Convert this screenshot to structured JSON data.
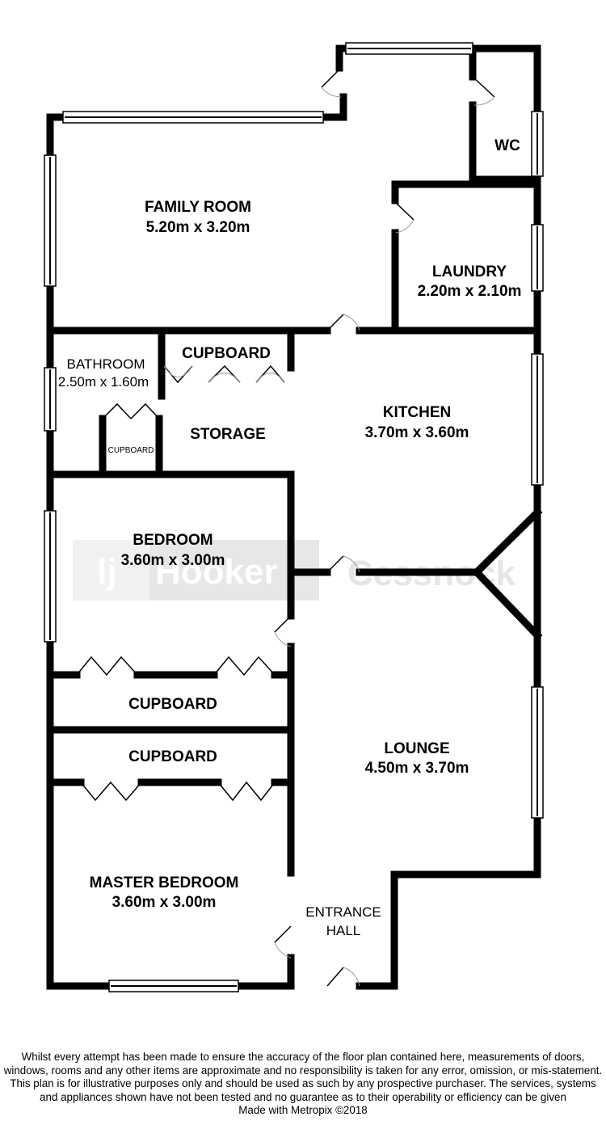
{
  "rooms": {
    "family_room": {
      "name": "FAMILY ROOM",
      "dims": "5.20m x 3.20m"
    },
    "wc": {
      "name": "WC"
    },
    "laundry": {
      "name": "LAUNDRY",
      "dims": "2.20m x 2.10m"
    },
    "bathroom": {
      "name": "BATHROOM",
      "dims": "2.50m x 1.60m"
    },
    "cupboard_top": {
      "name": "CUPBOARD"
    },
    "cupboard_small": {
      "name": "CUPBOARD"
    },
    "storage": {
      "name": "STORAGE"
    },
    "kitchen": {
      "name": "KITCHEN",
      "dims": "3.70m x 3.60m"
    },
    "bedroom": {
      "name": "BEDROOM",
      "dims": "3.60m x 3.00m"
    },
    "cupboard_bed1": {
      "name": "CUPBOARD"
    },
    "cupboard_bed2": {
      "name": "CUPBOARD"
    },
    "lounge": {
      "name": "LOUNGE",
      "dims": "4.50m x 3.70m"
    },
    "master_bedroom": {
      "name": "MASTER BEDROOM",
      "dims": "3.60m x 3.00m"
    },
    "entrance_hall": {
      "line1": "ENTRANCE",
      "line2": "HALL"
    }
  },
  "watermark": {
    "logo_text": "ljHooker",
    "office_text": "Cessnock"
  },
  "disclaimer": {
    "text": "Whilst every attempt has been made to ensure the accuracy of the floor plan contained here, measurements of doors, windows, rooms and any other items are approximate and no responsibility is taken for any error, omission, or mis-statement. This plan is for illustrative purposes only and should be used as such by any prospective purchaser. The services, systems and appliances shown have not been tested and no guarantee as to their operability or efficiency can be given",
    "credit": "Made with Metropix ©2018"
  }
}
